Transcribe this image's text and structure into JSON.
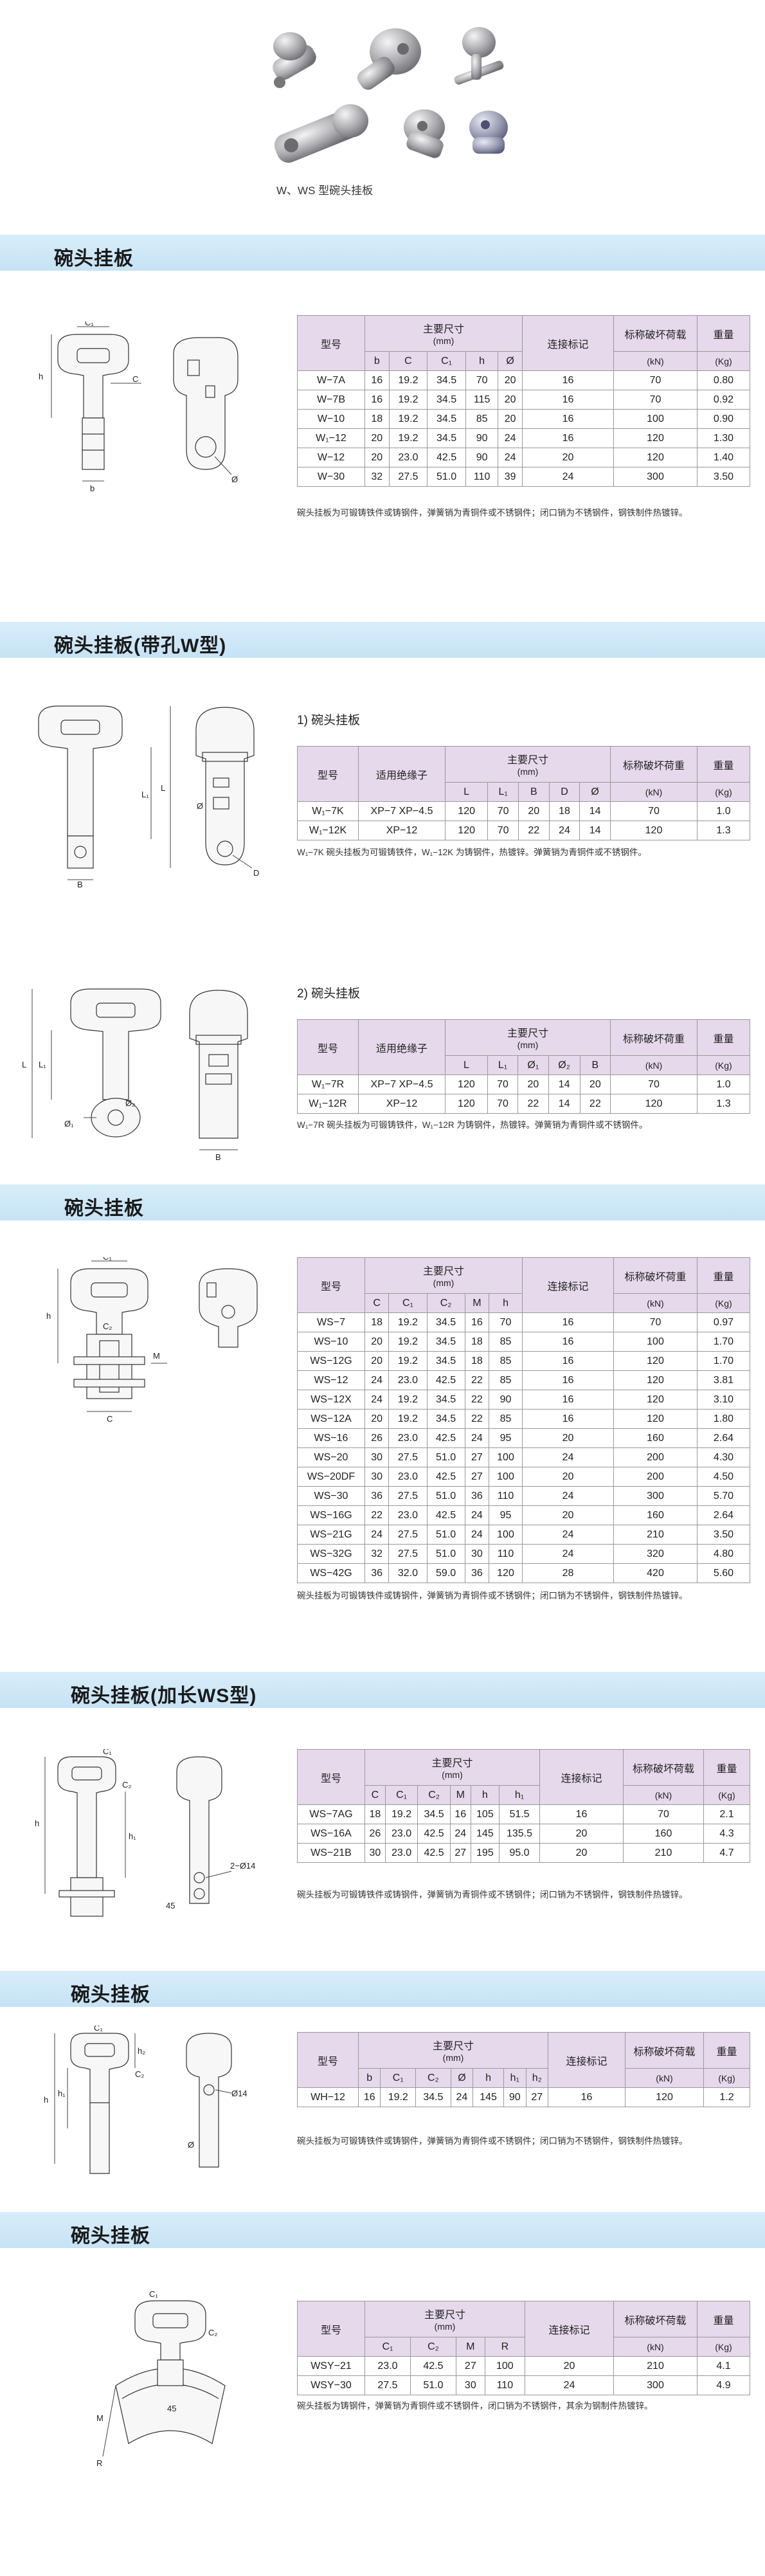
{
  "hero": {
    "caption": "W、WS 型碗头挂板"
  },
  "sections": [
    {
      "title": "碗头挂板",
      "table": {
        "headers": {
          "model": "型号",
          "dims": "主要尺寸",
          "dims_unit": "(mm)",
          "mark": "连接标记",
          "load": "标称破坏荷载",
          "load_unit": "(kN)",
          "weight": "重量",
          "weight_unit": "(Kg)"
        },
        "subcols": [
          "b",
          "C",
          "C₁",
          "h",
          "Ø"
        ],
        "rows": [
          [
            "W−7A",
            "16",
            "19.2",
            "34.5",
            "70",
            "20",
            "16",
            "70",
            "0.80"
          ],
          [
            "W−7B",
            "16",
            "19.2",
            "34.5",
            "115",
            "20",
            "16",
            "70",
            "0.92"
          ],
          [
            "W−10",
            "18",
            "19.2",
            "34.5",
            "85",
            "20",
            "16",
            "100",
            "0.90"
          ],
          [
            "W₁−12",
            "20",
            "19.2",
            "34.5",
            "90",
            "24",
            "16",
            "120",
            "1.30"
          ],
          [
            "W−12",
            "20",
            "23.0",
            "42.5",
            "90",
            "24",
            "20",
            "120",
            "1.40"
          ],
          [
            "W−30",
            "32",
            "27.5",
            "51.0",
            "110",
            "39",
            "24",
            "300",
            "3.50"
          ]
        ]
      },
      "note": "碗头挂板为可锻铸铁件或铸钢件，弹簧销为青铜件或不锈钢件；闭口销为不锈钢件，钢铁制件热镀锌。"
    },
    {
      "title": "碗头挂板(带孔W型)",
      "sub1": {
        "subtitle": "1) 碗头挂板",
        "headers": {
          "model": "型号",
          "insulator": "适用绝缘子",
          "dims": "主要尺寸",
          "dims_unit": "(mm)",
          "load": "标称破坏荷重",
          "load_unit": "(kN)",
          "weight": "重量",
          "weight_unit": "(Kg)"
        },
        "subcols": [
          "L",
          "L₁",
          "B",
          "D",
          "Ø"
        ],
        "rows": [
          [
            "W₁−7K",
            "XP−7  XP−4.5",
            "120",
            "70",
            "20",
            "18",
            "14",
            "70",
            "1.0"
          ],
          [
            "W₁−12K",
            "XP−12",
            "120",
            "70",
            "22",
            "24",
            "14",
            "120",
            "1.3"
          ]
        ],
        "note": "W₁−7K 碗头挂板为可锻铸铁件，W₁−12K 为铸钢件，热镀锌。弹簧销为青铜件或不锈钢件。"
      },
      "sub2": {
        "subtitle": "2) 碗头挂板",
        "headers": {
          "model": "型号",
          "insulator": "适用绝缘子",
          "dims": "主要尺寸",
          "dims_unit": "(mm)",
          "load": "标称破坏荷重",
          "load_unit": "(kN)",
          "weight": "重量",
          "weight_unit": "(Kg)"
        },
        "subcols": [
          "L",
          "L₁",
          "Ø₁",
          "Ø₂",
          "B"
        ],
        "rows": [
          [
            "W₁−7R",
            "XP−7  XP−4.5",
            "120",
            "70",
            "20",
            "14",
            "20",
            "70",
            "1.0"
          ],
          [
            "W₁−12R",
            "XP−12",
            "120",
            "70",
            "22",
            "14",
            "22",
            "120",
            "1.3"
          ]
        ],
        "note": "W₁−7R 碗头挂板为可锻铸铁件，W₁−12R 为铸钢件，热镀锌。弹簧销为青铜件或不锈钢件。"
      }
    },
    {
      "title": "碗头挂板",
      "table": {
        "headers": {
          "model": "型号",
          "dims": "主要尺寸",
          "dims_unit": "(mm)",
          "mark": "连接标记",
          "load": "标称破坏荷重",
          "load_unit": "(kN)",
          "weight": "重量",
          "weight_unit": "(Kg)"
        },
        "subcols": [
          "C",
          "C₁",
          "C₂",
          "M",
          "h"
        ],
        "rows": [
          [
            "WS−7",
            "18",
            "19.2",
            "34.5",
            "16",
            "70",
            "16",
            "70",
            "0.97"
          ],
          [
            "WS−10",
            "20",
            "19.2",
            "34.5",
            "18",
            "85",
            "16",
            "100",
            "1.70"
          ],
          [
            "WS−12G",
            "20",
            "19.2",
            "34.5",
            "18",
            "85",
            "16",
            "120",
            "1.70"
          ],
          [
            "WS−12",
            "24",
            "23.0",
            "42.5",
            "22",
            "85",
            "16",
            "120",
            "3.81"
          ],
          [
            "WS−12X",
            "24",
            "19.2",
            "34.5",
            "22",
            "90",
            "16",
            "120",
            "3.10"
          ],
          [
            "WS−12A",
            "20",
            "19.2",
            "34.5",
            "22",
            "85",
            "16",
            "120",
            "1.80"
          ],
          [
            "WS−16",
            "26",
            "23.0",
            "42.5",
            "24",
            "95",
            "20",
            "160",
            "2.64"
          ],
          [
            "WS−20",
            "30",
            "27.5",
            "51.0",
            "27",
            "100",
            "24",
            "200",
            "4.30"
          ],
          [
            "WS−20DF",
            "30",
            "23.0",
            "42.5",
            "27",
            "100",
            "20",
            "200",
            "4.50"
          ],
          [
            "WS−30",
            "36",
            "27.5",
            "51.0",
            "36",
            "110",
            "24",
            "300",
            "5.70"
          ],
          [
            "WS−16G",
            "22",
            "23.0",
            "42.5",
            "24",
            "95",
            "20",
            "160",
            "2.64"
          ],
          [
            "WS−21G",
            "24",
            "27.5",
            "51.0",
            "24",
            "100",
            "24",
            "210",
            "3.50"
          ],
          [
            "WS−32G",
            "32",
            "27.5",
            "51.0",
            "30",
            "110",
            "24",
            "320",
            "4.80"
          ],
          [
            "WS−42G",
            "36",
            "32.0",
            "59.0",
            "36",
            "120",
            "28",
            "420",
            "5.60"
          ]
        ]
      },
      "note": "碗头挂板为可锻铸铁件或铸钢件，弹簧销为青铜件或不锈钢件；闭口销为不锈钢件，钢铁制件热镀锌。"
    },
    {
      "title": "碗头挂板(加长WS型)",
      "table": {
        "headers": {
          "model": "型号",
          "dims": "主要尺寸",
          "dims_unit": "(mm)",
          "mark": "连接标记",
          "load": "标称破坏荷载",
          "load_unit": "(kN)",
          "weight": "重量",
          "weight_unit": "(Kg)"
        },
        "subcols": [
          "C",
          "C₁",
          "C₂",
          "M",
          "h",
          "h₁"
        ],
        "rows": [
          [
            "WS−7AG",
            "18",
            "19.2",
            "34.5",
            "16",
            "105",
            "51.5",
            "16",
            "70",
            "2.1"
          ],
          [
            "WS−16A",
            "26",
            "23.0",
            "42.5",
            "24",
            "145",
            "135.5",
            "20",
            "160",
            "4.3"
          ],
          [
            "WS−21B",
            "30",
            "23.0",
            "42.5",
            "27",
            "195",
            "95.0",
            "20",
            "210",
            "4.7"
          ]
        ]
      },
      "note": "碗头挂板为可锻铸铁件或铸钢件，弹簧销为青铜件或不锈钢件；闭口销为不锈钢件，钢铁制件热镀锌。",
      "diagram_label": "2−Ø14"
    },
    {
      "title": "碗头挂板",
      "table": {
        "headers": {
          "model": "型号",
          "dims": "主要尺寸",
          "dims_unit": "(mm)",
          "mark": "连接标记",
          "load": "标称破坏荷载",
          "load_unit": "(kN)",
          "weight": "重量",
          "weight_unit": "(Kg)"
        },
        "subcols": [
          "b",
          "C₁",
          "C₂",
          "Ø",
          "h",
          "h₁",
          "h₂"
        ],
        "rows": [
          [
            "WH−12",
            "16",
            "19.2",
            "34.5",
            "24",
            "145",
            "90",
            "27",
            "16",
            "120",
            "1.2"
          ]
        ]
      },
      "note": "碗头挂板为可锻铸铁件或铸钢件，弹簧销为青铜件或不锈钢件；闭口销为不锈钢件，钢铁制件热镀锌。",
      "diagram_label": "Ø14"
    },
    {
      "title": "碗头挂板",
      "table": {
        "headers": {
          "model": "型号",
          "dims": "主要尺寸",
          "dims_unit": "(mm)",
          "mark": "连接标记",
          "load": "标称破坏荷载",
          "load_unit": "(kN)",
          "weight": "重量",
          "weight_unit": "(Kg)"
        },
        "subcols": [
          "C₁",
          "C₂",
          "M",
          "R"
        ],
        "rows": [
          [
            "WSY−21",
            "23.0",
            "42.5",
            "27",
            "100",
            "20",
            "210",
            "4.1"
          ],
          [
            "WSY−30",
            "27.5",
            "51.0",
            "30",
            "110",
            "24",
            "300",
            "4.9"
          ]
        ]
      },
      "note": "碗头挂板为铸钢件，弹簧销为青铜件或不锈钢件，闭口销为不锈钢件，其余为钢制件热镀锌。"
    }
  ],
  "colors": {
    "band": "#c5e3f5",
    "header": "#e6d9ec",
    "border": "#999999"
  }
}
